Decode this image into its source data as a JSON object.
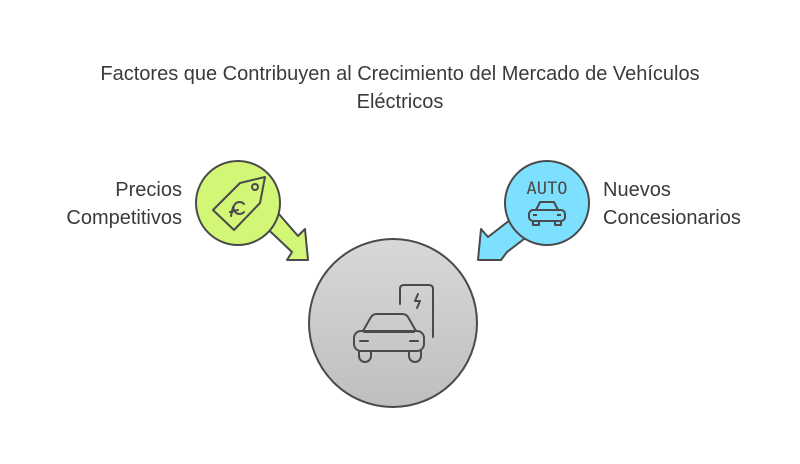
{
  "title_line1": "Factores que Contribuyen al Crecimiento del Mercado de Vehículos",
  "title_line2": "Eléctricos",
  "nodes": {
    "left": {
      "line1": "Precios",
      "line2": "Competitivos",
      "icon": "price-tag-icon",
      "color": "#d2f776"
    },
    "right": {
      "line1": "Nuevos",
      "line2": "Concesionarios",
      "icon_text": "AUTO",
      "icon": "car-dealer-icon",
      "color": "#7de0fe"
    },
    "center": {
      "icon": "electric-car-charging-icon",
      "color": "#cbcbcb"
    }
  }
}
